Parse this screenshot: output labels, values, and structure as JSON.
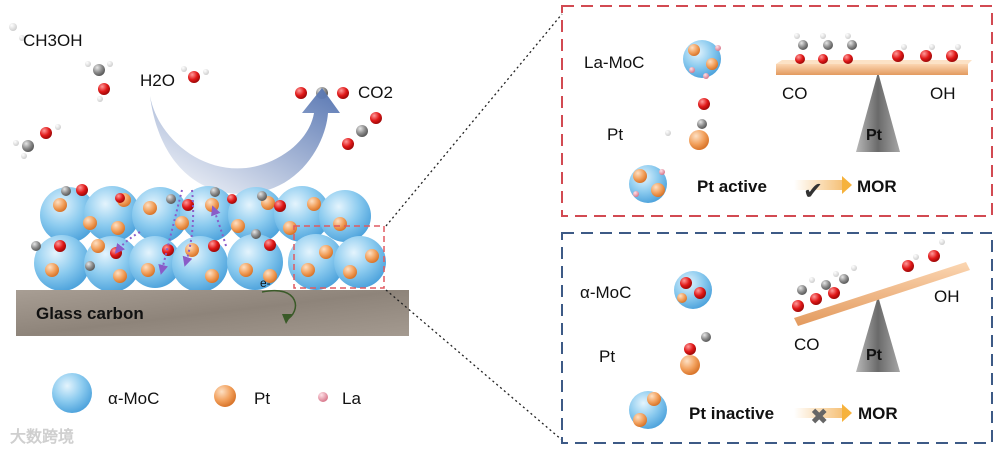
{
  "left_panel": {
    "methanol_label": "CH3OH",
    "water_label": "H2O",
    "co2_label": "CO2",
    "electrode_label": "Glass carbon",
    "electron_label": "e-",
    "legend": [
      {
        "label": "α-MoC",
        "icon": "blue-sphere-icon"
      },
      {
        "label": "Pt",
        "icon": "orange-sphere-icon"
      },
      {
        "label": "La",
        "icon": "pink-dot-icon"
      }
    ]
  },
  "top_box": {
    "support_label": "La-MoC",
    "pt_label": "Pt",
    "balance_left": "CO",
    "balance_right": "OH",
    "fulcrum_label": "Pt",
    "status_label": "Pt active",
    "result_label": "MOR",
    "result_symbol": "✔",
    "border_color": "#d24a52"
  },
  "bottom_box": {
    "support_label": "α-MoC",
    "pt_label": "Pt",
    "balance_left": "CO",
    "balance_right": "OH",
    "fulcrum_label": "Pt",
    "status_label": "Pt inactive",
    "result_label": "MOR",
    "result_symbol": "✖",
    "border_color": "#3d5a86"
  },
  "watermark": "大数跨境",
  "colors": {
    "moc_blue": "#7cc0ea",
    "pt_orange": "#f0a060",
    "la_pink": "#e898a8",
    "oxygen_red": "#e01818",
    "carbon_gray": "#8a8a8a",
    "arrow_blue": "#6f8fc6"
  }
}
